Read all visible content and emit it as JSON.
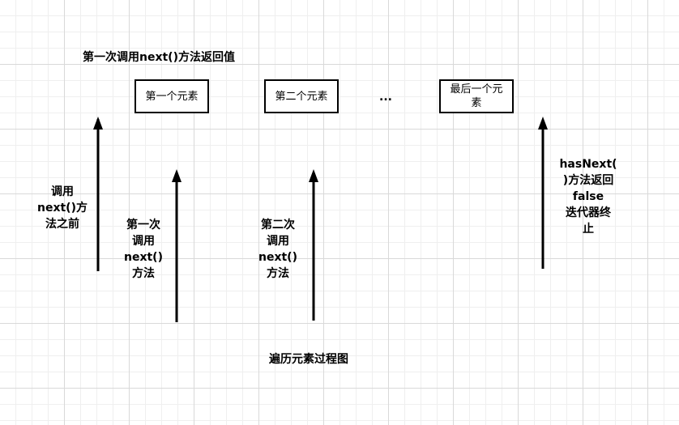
{
  "title": "第一次调用next()方法返回值",
  "boxes": [
    {
      "label": "第一个元素"
    },
    {
      "label": "第二个元素"
    },
    {
      "label": "最后一个元素"
    }
  ],
  "ellipsis": "...",
  "labels": {
    "before": [
      "调用",
      "next()方",
      "法之前"
    ],
    "first": [
      "第一次",
      "调用",
      "next()",
      "方法"
    ],
    "second": [
      "第二次",
      "调用",
      "next()",
      "方法"
    ],
    "end": [
      "hasNext(",
      ")方法返回",
      "false",
      "迭代器终",
      "止"
    ]
  },
  "caption": "遍历元素过程图"
}
